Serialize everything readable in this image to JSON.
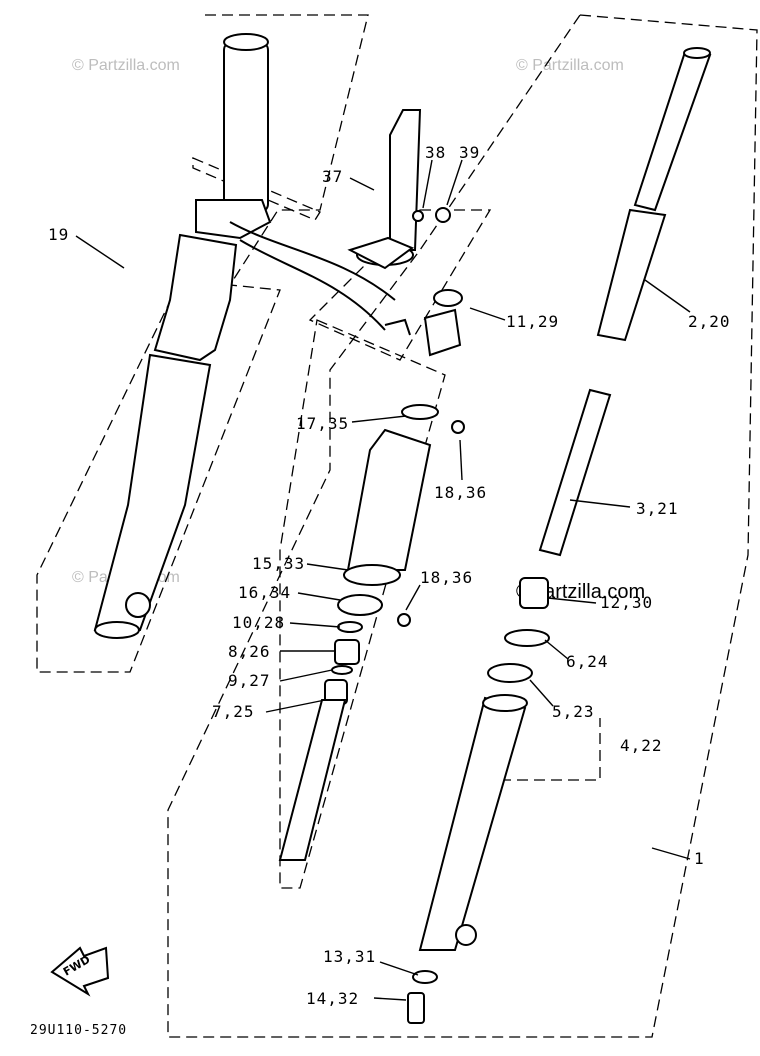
{
  "watermark": {
    "text": "© Partzilla.com",
    "text_prominent": "©Partzilla.com"
  },
  "diagram_code": "29U110-5270",
  "fwd_label": "FWD",
  "callouts": {
    "p19": "19",
    "p37": "37",
    "p38": "38",
    "p39": "39",
    "p11_29": "11,29",
    "p2_20": "2,20",
    "p17_35": "17,35",
    "p18_36_upper": "18,36",
    "p3_21": "3,21",
    "p15_33": "15,33",
    "p18_36_lower": "18,36",
    "p16_34": "16,34",
    "p12_30": "12,30",
    "p10_28": "10,28",
    "p8_26": "8,26",
    "p6_24": "6,24",
    "p9_27": "9,27",
    "p5_23": "5,23",
    "p7_25": "7,25",
    "p4_22": "4,22",
    "p1": "1",
    "p13_31": "13,31",
    "p14_32": "14,32"
  }
}
